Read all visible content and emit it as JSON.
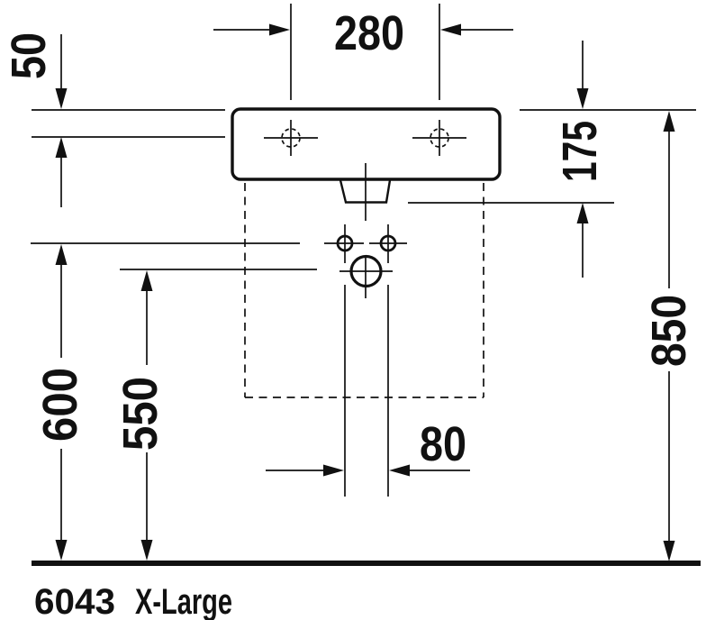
{
  "diagram": {
    "dimensions": {
      "tap_hole_spacing": "280",
      "rim_to_shelf": "50",
      "rim_to_outlet": "175",
      "rim_height_above_floor": "850",
      "fixing_height": "600",
      "supply_height": "550",
      "outlet_spacing": "80"
    },
    "caption": {
      "code": "6043",
      "name": "X-Large"
    },
    "colors": {
      "ink": "#111111",
      "paper": "#ffffff"
    }
  }
}
